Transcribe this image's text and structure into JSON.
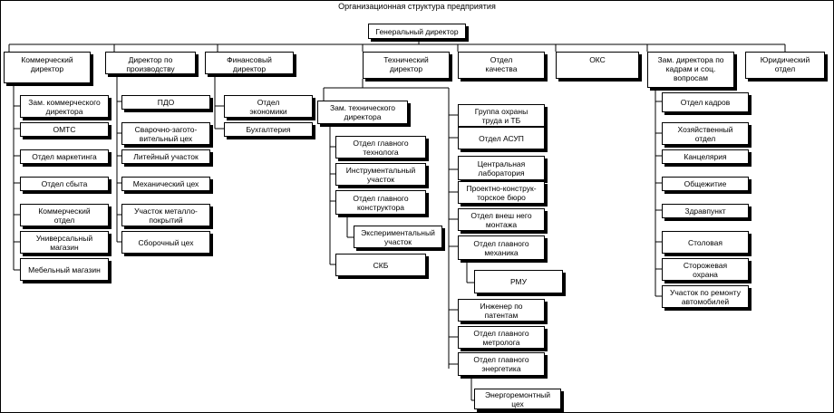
{
  "title": "Организационная структура предприятия",
  "root": "Генеральный директор",
  "departments": {
    "commercial": {
      "label": "Коммерческий\nдиректор",
      "children": [
        "Зам. коммерческого\nдиректора",
        "ОМТС",
        "Отдел маркетинга",
        "Отдел сбыта",
        "Коммерческий\nотдел",
        "Универсальный\nмагазин",
        "Мебельный магазин"
      ]
    },
    "production": {
      "label": "Директор по\nпроизводству",
      "children": [
        "ПДО",
        "Сварочно-загото-\nвительный цех",
        "Литейный участок",
        "Механический цех",
        "Участок металло-\nпокрытий",
        "Сборочный цех"
      ]
    },
    "finance": {
      "label": "Финансовый\nдиректор",
      "children": [
        "Отдел\nэкономики",
        "Бухгалтерия"
      ]
    },
    "technical": {
      "label": "Технический\nдиректор",
      "deputy": "Зам. технического\nдиректора",
      "deputy_children": [
        "Отдел главного\nтехнолога",
        "Инструментальный\nучасток",
        "Отдел главного\nконструктора",
        "СКБ"
      ],
      "constructor_child": "Экспериментальный\nучасток",
      "children": [
        "Группа охраны\nтруда и ТБ",
        "Отдел АСУП",
        "Центральная\nлаборатория",
        "Проектно-конструк-\nторское бюро",
        "Отдел внеш него\nмонтажа",
        "Отдел главного\nмеханика",
        "Инженер по\nпатентам",
        "Отдел главного\nметролога",
        "Отдел главного\nэнергетика"
      ],
      "mechanic_child": "РМУ",
      "energy_child": "Энергоремонтный\nцех"
    },
    "quality": {
      "label": "Отдел\nкачества"
    },
    "oks": {
      "label": "ОКС"
    },
    "hr": {
      "label": "Зам. директора по\nкадрам и соц.\nвопросам",
      "children": [
        "Отдел кадров",
        "Хозяйственный\nотдел",
        "Канцелярия",
        "Общежитие",
        "Здравпункт",
        "Столовая",
        "Сторожевая\nохрана",
        "Участок по ремонту\nавтомобилей"
      ]
    },
    "legal": {
      "label": "Юридический\nотдел"
    }
  }
}
